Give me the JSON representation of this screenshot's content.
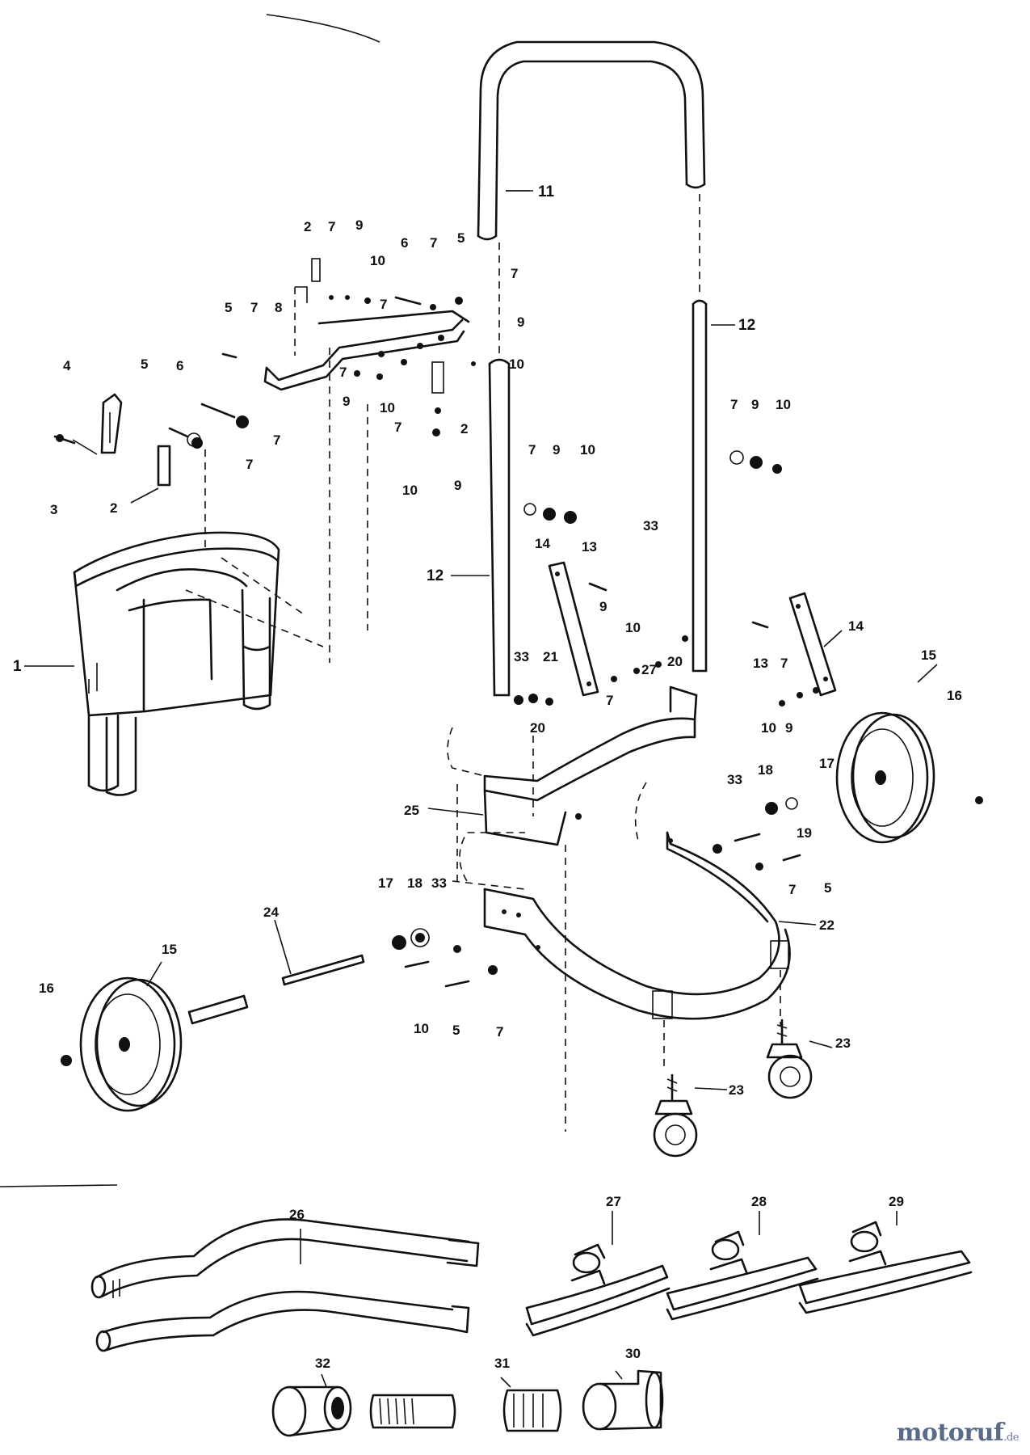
{
  "labels": {
    "l1": "1",
    "l2a": "2",
    "l2b": "2",
    "l2c": "2",
    "l3": "3",
    "l4": "4",
    "l5a": "5",
    "l5b": "5",
    "l5c": "5",
    "l5d": "5",
    "l5e": "5",
    "l6a": "6",
    "l6b": "6",
    "l7": "7",
    "l8": "8",
    "l9": "9",
    "l10": "10",
    "l11": "11",
    "l12a": "12",
    "l12b": "12",
    "l13a": "13",
    "l13b": "13",
    "l14a": "14",
    "l14b": "14",
    "l15a": "15",
    "l15b": "15",
    "l16a": "16",
    "l16b": "16",
    "l17a": "17",
    "l17b": "17",
    "l18a": "18",
    "l18b": "18",
    "l19": "19",
    "l20a": "20",
    "l20b": "20",
    "l21": "21",
    "l22": "22",
    "l23a": "23",
    "l23b": "23",
    "l24": "24",
    "l25": "25",
    "l26": "26",
    "l27a": "27",
    "l27b": "27",
    "l28": "28",
    "l29": "29",
    "l30": "30",
    "l31": "31",
    "l32": "32",
    "l33a": "33",
    "l33b": "33",
    "l33c": "33",
    "l33d": "33"
  },
  "watermark": {
    "brand": "motoruf",
    "suffix": ".de"
  }
}
